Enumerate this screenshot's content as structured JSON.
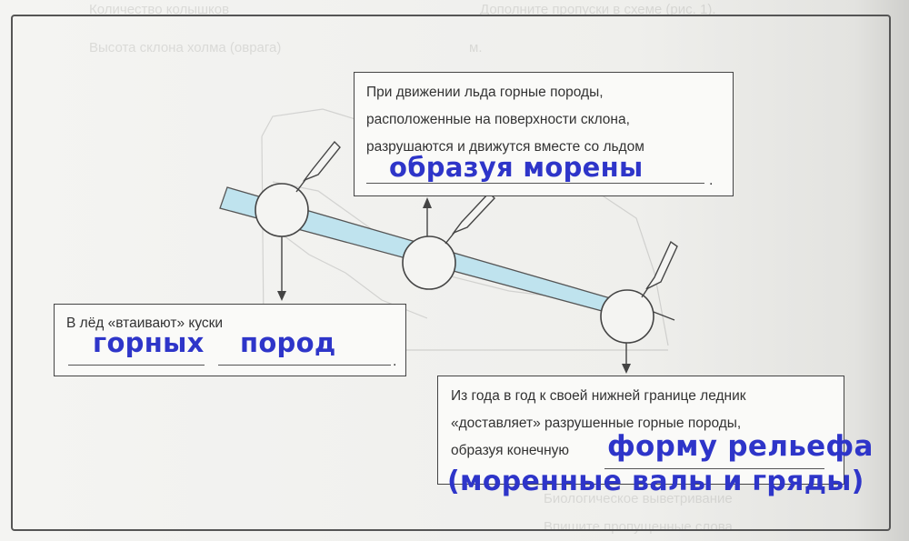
{
  "background_text": {
    "q1": "Количество колышков",
    "q2": "Высота склона холма (оврага)",
    "q2_unit": "м.",
    "q3": "Дополните пропуски в схеме (рис. 1).",
    "q4": "Биологическое выветривание",
    "q5": "Впишите пропущенные слова."
  },
  "boxes": {
    "top": {
      "line1": "При движении льда горные породы,",
      "line2": "расположенные на поверхности склона,",
      "line3": "разрушаются и движутся вместе со льдом",
      "answer": "образуя морены"
    },
    "left": {
      "line1": "В лёд «втаивают» куски",
      "answer1": "горных",
      "answer2": "пород"
    },
    "bottom": {
      "line1": "Из года в год к своей нижней границе ледник",
      "line2": "«доставляет» разрушенные горные породы,",
      "line3": "образуя конечную",
      "answer1": "форму рельефа",
      "answer2": "(моренные валы и гряды)"
    }
  },
  "colors": {
    "glacier": "#bfe3ee",
    "answer": "#2e35c9",
    "outline": "#444444"
  }
}
